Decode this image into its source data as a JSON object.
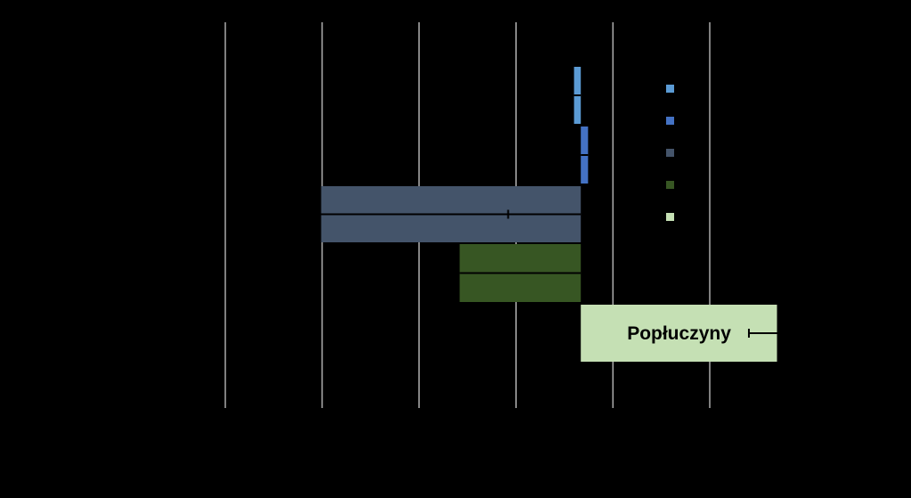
{
  "chart_data": {
    "type": "bar",
    "orientation": "horizontal",
    "stacked": false,
    "title": "",
    "xlabel": "",
    "ylabel": "",
    "xlim": [
      -80,
      20
    ],
    "x_gridlines": [
      -80,
      -60,
      -40,
      -20,
      0,
      20
    ],
    "grid": true,
    "legend_position": "right",
    "bar_label_series_index": 5,
    "series": [
      {
        "name": "",
        "value": -1.4,
        "error": 0,
        "color": "#5B9BD5"
      },
      {
        "name": "",
        "value": 1.5,
        "error": 0,
        "color": "#4472C4"
      },
      {
        "name": "",
        "value": -53.6,
        "error": 38.6,
        "color": "#44546A"
      },
      {
        "name": "",
        "value": -25.0,
        "error": 0,
        "color": "#375623"
      },
      {
        "name": "Popłuczyny",
        "value": 40.5,
        "error": 5.8,
        "color": "#C5E0B4"
      }
    ]
  },
  "legend": {
    "colors": [
      "#5B9BD5",
      "#4472C4",
      "#44546A",
      "#375623",
      "#C5E0B4"
    ]
  }
}
